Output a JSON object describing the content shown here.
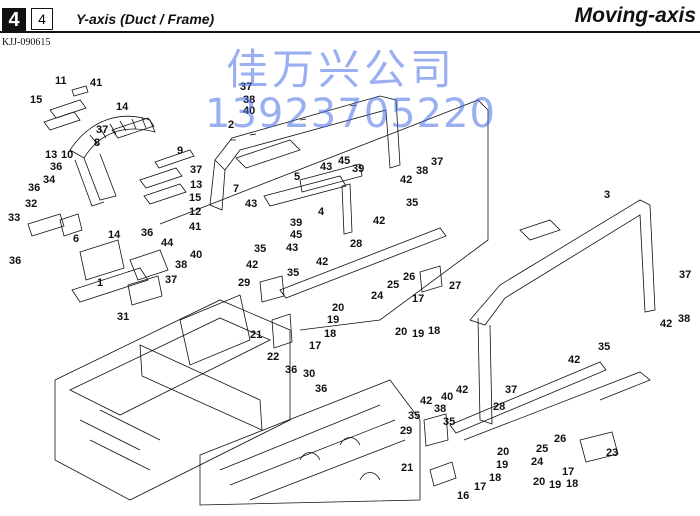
{
  "header": {
    "chapter": "4",
    "section": "4",
    "title": "Y-axis (Duct / Frame)",
    "category": "Moving-axis",
    "doc_code": "KJJ-090615"
  },
  "watermark": {
    "company": "佳万兴公司",
    "phone": "13923705220"
  },
  "callouts": [
    {
      "id": "c11",
      "text": "11"
    },
    {
      "id": "c41a",
      "text": "41"
    },
    {
      "id": "c15a",
      "text": "15"
    },
    {
      "id": "c14a",
      "text": "14"
    },
    {
      "id": "c37a",
      "text": "37"
    },
    {
      "id": "c8",
      "text": "8"
    },
    {
      "id": "c13a",
      "text": "13"
    },
    {
      "id": "c10",
      "text": "10"
    },
    {
      "id": "c36a",
      "text": "36"
    },
    {
      "id": "c34",
      "text": "34"
    },
    {
      "id": "c36b",
      "text": "36"
    },
    {
      "id": "c32",
      "text": "32"
    },
    {
      "id": "c33",
      "text": "33"
    },
    {
      "id": "c36c",
      "text": "36"
    },
    {
      "id": "c6",
      "text": "6"
    },
    {
      "id": "c14b",
      "text": "14"
    },
    {
      "id": "c36d",
      "text": "36"
    },
    {
      "id": "c44",
      "text": "44"
    },
    {
      "id": "c40a",
      "text": "40"
    },
    {
      "id": "c38a",
      "text": "38"
    },
    {
      "id": "c37b",
      "text": "37"
    },
    {
      "id": "c1",
      "text": "1"
    },
    {
      "id": "c31",
      "text": "31"
    },
    {
      "id": "c9",
      "text": "9"
    },
    {
      "id": "c37c",
      "text": "37"
    },
    {
      "id": "c13b",
      "text": "13"
    },
    {
      "id": "c15b",
      "text": "15"
    },
    {
      "id": "c12",
      "text": "12"
    },
    {
      "id": "c41b",
      "text": "41"
    },
    {
      "id": "c37d",
      "text": "37"
    },
    {
      "id": "c38b",
      "text": "38"
    },
    {
      "id": "c40b",
      "text": "40"
    },
    {
      "id": "c2",
      "text": "2"
    },
    {
      "id": "c5",
      "text": "5"
    },
    {
      "id": "c7",
      "text": "7"
    },
    {
      "id": "c43a",
      "text": "43"
    },
    {
      "id": "c4",
      "text": "4"
    },
    {
      "id": "c43b",
      "text": "43"
    },
    {
      "id": "c45a",
      "text": "45"
    },
    {
      "id": "c39a",
      "text": "39"
    },
    {
      "id": "c37e",
      "text": "37"
    },
    {
      "id": "c38c",
      "text": "38"
    },
    {
      "id": "c42a",
      "text": "42"
    },
    {
      "id": "c39b",
      "text": "39"
    },
    {
      "id": "c45b",
      "text": "45"
    },
    {
      "id": "c43c",
      "text": "43"
    },
    {
      "id": "c42b",
      "text": "42"
    },
    {
      "id": "c35a",
      "text": "35"
    },
    {
      "id": "c28a",
      "text": "28"
    },
    {
      "id": "c35b",
      "text": "35"
    },
    {
      "id": "c42c",
      "text": "42"
    },
    {
      "id": "c42d",
      "text": "42"
    },
    {
      "id": "c35c",
      "text": "35"
    },
    {
      "id": "c29a",
      "text": "29"
    },
    {
      "id": "c26a",
      "text": "26"
    },
    {
      "id": "c25a",
      "text": "25"
    },
    {
      "id": "c24a",
      "text": "24"
    },
    {
      "id": "c17a",
      "text": "17"
    },
    {
      "id": "c27",
      "text": "27"
    },
    {
      "id": "c20a",
      "text": "20"
    },
    {
      "id": "c19a",
      "text": "19"
    },
    {
      "id": "c18a",
      "text": "18"
    },
    {
      "id": "c21a",
      "text": "21"
    },
    {
      "id": "c20b",
      "text": "20"
    },
    {
      "id": "c19b",
      "text": "19"
    },
    {
      "id": "c18b",
      "text": "18"
    },
    {
      "id": "c17b",
      "text": "17"
    },
    {
      "id": "c22",
      "text": "22"
    },
    {
      "id": "c36e",
      "text": "36"
    },
    {
      "id": "c30",
      "text": "30"
    },
    {
      "id": "c36f",
      "text": "36"
    },
    {
      "id": "c3",
      "text": "3"
    },
    {
      "id": "c37f",
      "text": "37"
    },
    {
      "id": "c42e",
      "text": "42"
    },
    {
      "id": "c38d",
      "text": "38"
    },
    {
      "id": "c42f",
      "text": "42"
    },
    {
      "id": "c35d",
      "text": "35"
    },
    {
      "id": "c42g",
      "text": "42"
    },
    {
      "id": "c40c",
      "text": "40"
    },
    {
      "id": "c38e",
      "text": "38"
    },
    {
      "id": "c37g",
      "text": "37"
    },
    {
      "id": "c28b",
      "text": "28"
    },
    {
      "id": "c42h",
      "text": "42"
    },
    {
      "id": "c35e",
      "text": "35"
    },
    {
      "id": "c35f",
      "text": "35"
    },
    {
      "id": "c29b",
      "text": "29"
    },
    {
      "id": "c26b",
      "text": "26"
    },
    {
      "id": "c23",
      "text": "23"
    },
    {
      "id": "c25b",
      "text": "25"
    },
    {
      "id": "c24b",
      "text": "24"
    },
    {
      "id": "c20c",
      "text": "20"
    },
    {
      "id": "c19c",
      "text": "19"
    },
    {
      "id": "c17c",
      "text": "17"
    },
    {
      "id": "c20d",
      "text": "20"
    },
    {
      "id": "c19d",
      "text": "19"
    },
    {
      "id": "c18c",
      "text": "18"
    },
    {
      "id": "c21b",
      "text": "21"
    },
    {
      "id": "c16",
      "text": "16"
    },
    {
      "id": "c17d",
      "text": "17"
    },
    {
      "id": "c18d",
      "text": "18"
    }
  ]
}
